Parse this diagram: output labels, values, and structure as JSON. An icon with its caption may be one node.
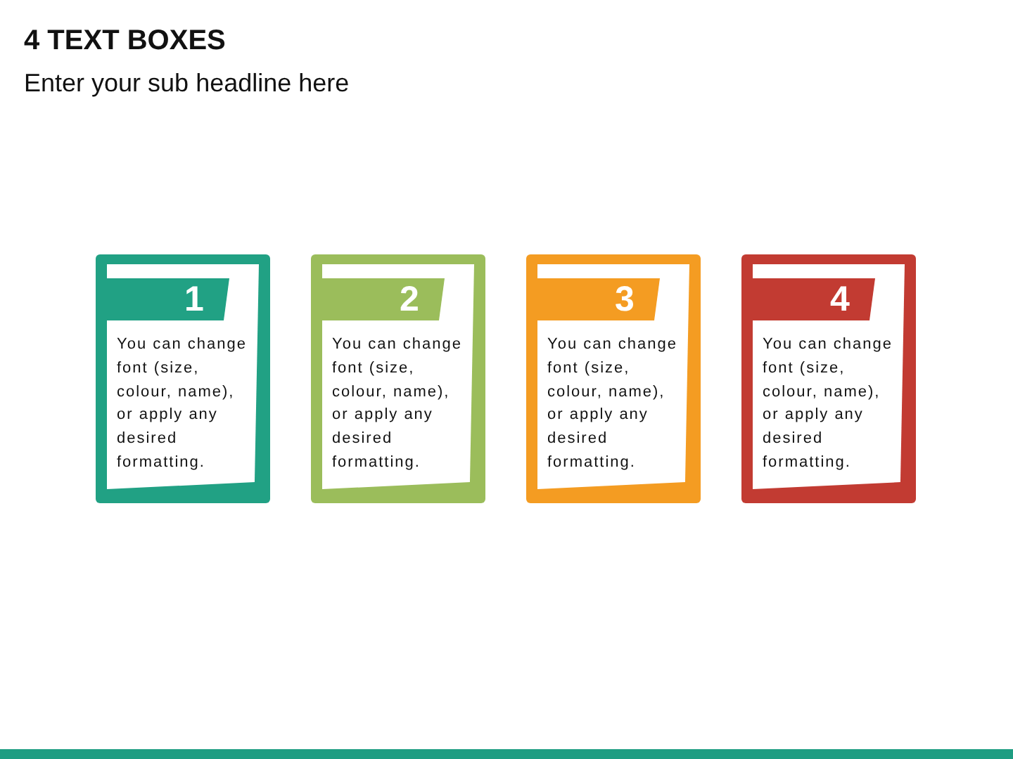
{
  "diagram": {
    "title": "4 TEXT BOXES",
    "nodes": [
      {
        "text": [
          "1",
          "You can change font (size, colour, name), or apply any desired formatting."
        ]
      },
      {
        "text": [
          "2",
          "You can change font (size, colour, name), or apply any desired formatting."
        ]
      },
      {
        "text": [
          "3",
          "You can change font (size, colour, name), or apply any desired formatting."
        ]
      },
      {
        "text": [
          "4",
          "You can change font (size, colour, name), or apply any desired formatting."
        ]
      }
    ],
    "labels": [
      "Enter your sub headline here"
    ]
  }
}
